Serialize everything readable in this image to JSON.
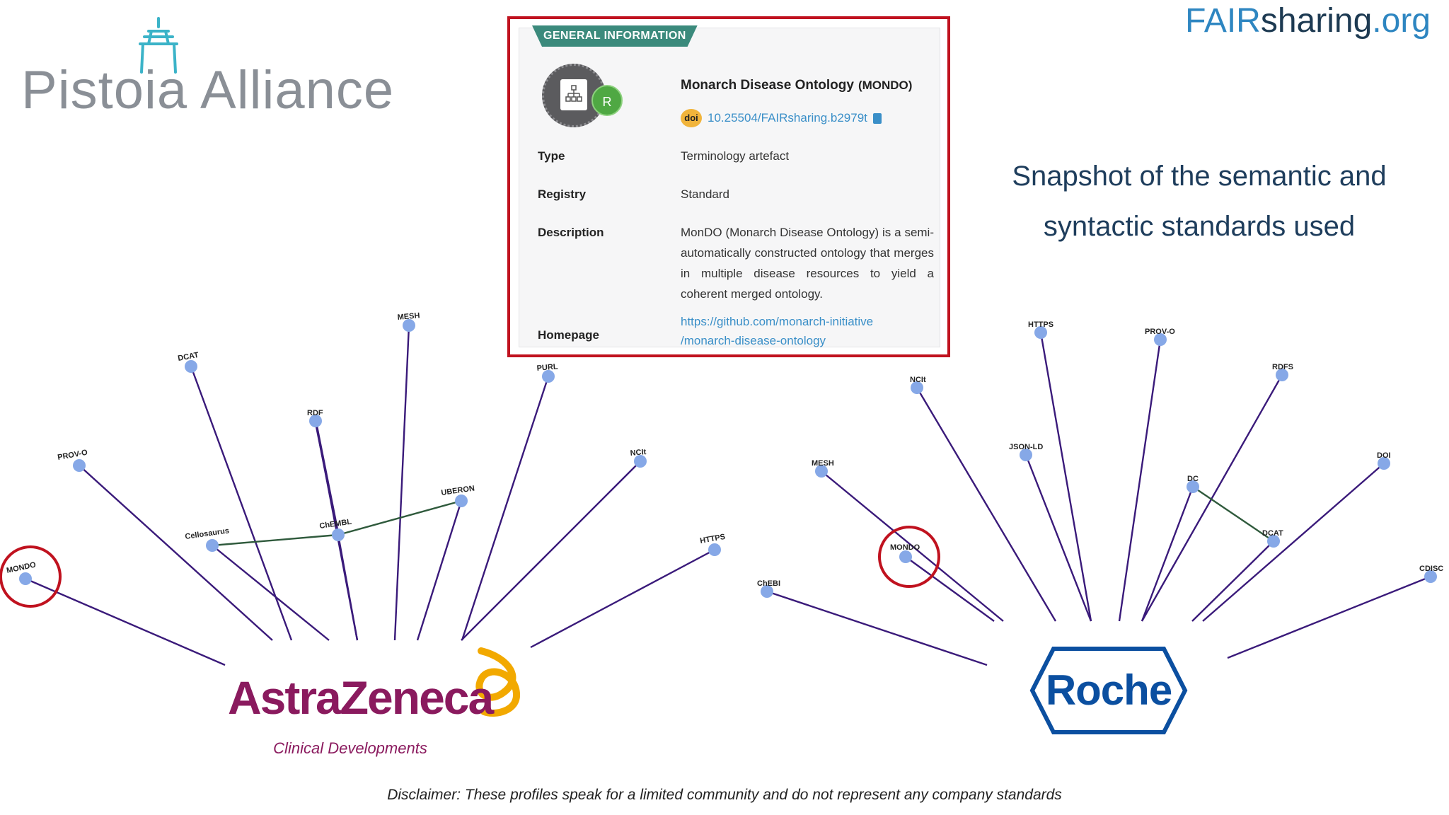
{
  "logos": {
    "pistoia": "Pistoia Alliance",
    "fair": {
      "part1": "FAIR",
      "part2": "sharing",
      "part3": ".org"
    },
    "astrazeneca": "AstraZeneca",
    "astrazeneca_sub": "Clinical Developments",
    "roche": "Roche"
  },
  "snapshot_caption": "Snapshot of the semantic and syntactic standards used",
  "card": {
    "badge": "GENERAL INFORMATION",
    "title": "Monarch Disease Ontology",
    "abbreviation": "(MONDO)",
    "registry_badge": "R",
    "doi_logo": "doi",
    "doi": "10.25504/FAIRsharing.b2979t",
    "rows": {
      "type_label": "Type",
      "type_value": "Terminology artefact",
      "registry_label": "Registry",
      "registry_value": "Standard",
      "description_label": "Description",
      "description_value": "MonDO (Monarch Disease Ontology) is a semi-automatically constructed ontology that merges in multiple disease resources to yield a coherent merged ontology.",
      "homepage_label": "Homepage",
      "homepage_value": "https://github.com/monarch-initiative /monarch-disease-ontology"
    }
  },
  "networks": {
    "astrazeneca": {
      "nodes": [
        "MONDO",
        "PROV-O",
        "DCAT",
        "RDF",
        "MESH",
        "PURL",
        "Cellosaurus",
        "ChEMBL",
        "UBERON",
        "NCIt",
        "HTTPS"
      ],
      "highlighted": "MONDO",
      "links": [
        [
          "Cellosaurus",
          "ChEMBL"
        ],
        [
          "ChEMBL",
          "UBERON"
        ],
        [
          "RDF",
          "ChEMBL"
        ]
      ]
    },
    "roche": {
      "nodes": [
        "ChEBI",
        "MESH",
        "MONDO",
        "NCIt",
        "JSON-LD",
        "HTTPS",
        "PROV-O",
        "DC",
        "RDFS",
        "DCAT",
        "DOI",
        "CDISC"
      ],
      "highlighted": "MONDO",
      "links": [
        [
          "DC",
          "DCAT"
        ]
      ]
    }
  },
  "colors": {
    "edge": "#3a1a7a",
    "node": "#86a8e7",
    "highlight": "#c0121f",
    "link": "#2f5a3c"
  },
  "disclaimer": "Disclaimer: These profiles speak for a limited community and do not represent any company standards"
}
